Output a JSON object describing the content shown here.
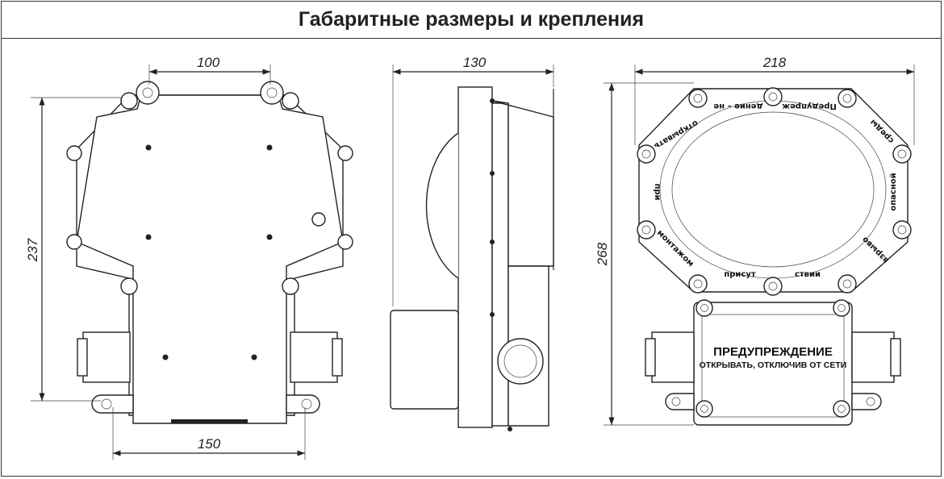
{
  "title": "Габаритные размеры и крепления",
  "views": {
    "front": {
      "width_top": "100",
      "height": "237",
      "mount_width": "150"
    },
    "side": {
      "depth": "130"
    },
    "rear": {
      "width": "218",
      "height": "268"
    }
  },
  "ring_text": [
    "Предупреж",
    "дение – не",
    "открывать",
    "при",
    "монтажом",
    "присут",
    "ствии",
    "взрыво",
    "опасной",
    "среды"
  ],
  "warning": {
    "heading": "ПРЕДУПРЕЖДЕНИЕ",
    "text": "ОТКРЫВАТЬ, ОТКЛЮЧИВ ОТ СЕТИ"
  }
}
